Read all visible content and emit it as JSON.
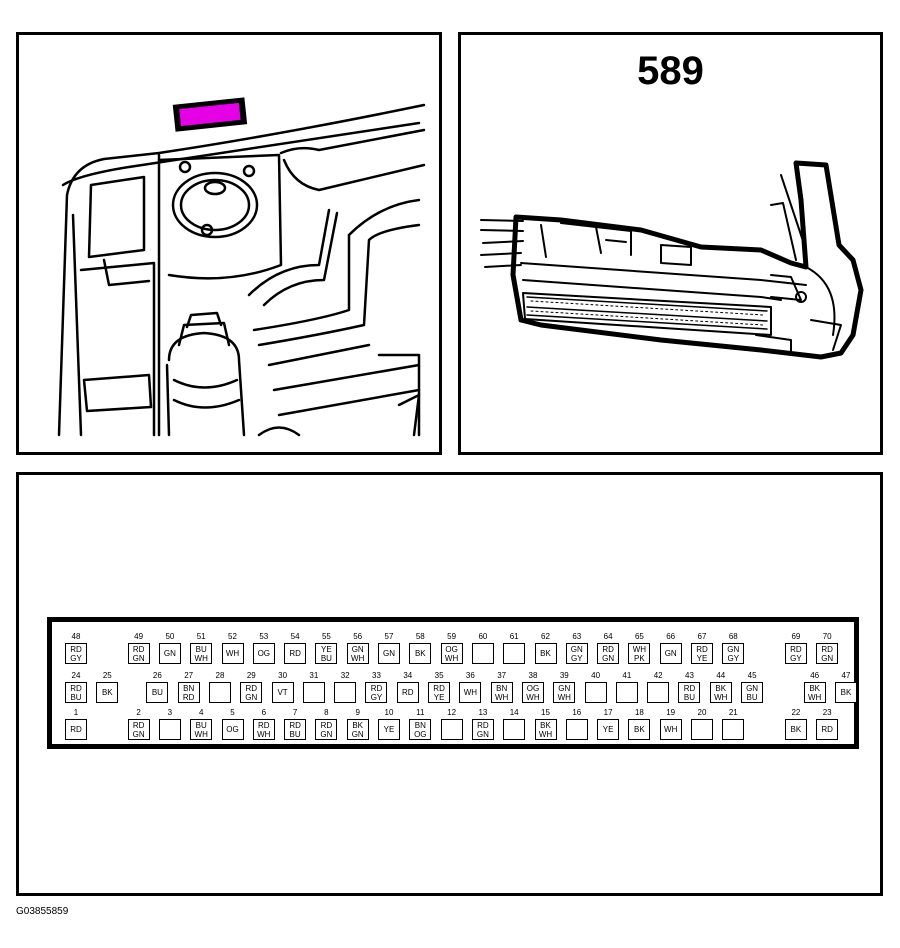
{
  "component_number": "589",
  "figure_id": "G03855859",
  "location_marker_color": "#e600e6",
  "connector": {
    "pins": [
      {
        "num": "48",
        "wires": [
          "RD",
          "GY"
        ],
        "row": 0,
        "col": 0
      },
      {
        "num": "49",
        "wires": [
          "RD",
          "GN"
        ],
        "row": 0,
        "col": 2
      },
      {
        "num": "50",
        "wires": [
          "GN"
        ],
        "row": 0,
        "col": 3
      },
      {
        "num": "51",
        "wires": [
          "BU",
          "WH"
        ],
        "row": 0,
        "col": 4
      },
      {
        "num": "52",
        "wires": [
          "WH"
        ],
        "row": 0,
        "col": 5
      },
      {
        "num": "53",
        "wires": [
          "OG"
        ],
        "row": 0,
        "col": 6
      },
      {
        "num": "54",
        "wires": [
          "RD"
        ],
        "row": 0,
        "col": 7
      },
      {
        "num": "55",
        "wires": [
          "YE",
          "BU"
        ],
        "row": 0,
        "col": 8
      },
      {
        "num": "56",
        "wires": [
          "GN",
          "WH"
        ],
        "row": 0,
        "col": 9
      },
      {
        "num": "57",
        "wires": [
          "GN"
        ],
        "row": 0,
        "col": 10
      },
      {
        "num": "58",
        "wires": [
          "BK"
        ],
        "row": 0,
        "col": 11
      },
      {
        "num": "59",
        "wires": [
          "OG",
          "WH"
        ],
        "row": 0,
        "col": 12
      },
      {
        "num": "60",
        "wires": [],
        "row": 0,
        "col": 13
      },
      {
        "num": "61",
        "wires": [],
        "row": 0,
        "col": 14
      },
      {
        "num": "62",
        "wires": [
          "BK"
        ],
        "row": 0,
        "col": 15
      },
      {
        "num": "63",
        "wires": [
          "GN",
          "GY"
        ],
        "row": 0,
        "col": 16
      },
      {
        "num": "64",
        "wires": [
          "RD",
          "GN"
        ],
        "row": 0,
        "col": 17
      },
      {
        "num": "65",
        "wires": [
          "WH",
          "PK"
        ],
        "row": 0,
        "col": 18
      },
      {
        "num": "66",
        "wires": [
          "GN"
        ],
        "row": 0,
        "col": 19
      },
      {
        "num": "67",
        "wires": [
          "RD",
          "YE"
        ],
        "row": 0,
        "col": 20
      },
      {
        "num": "68",
        "wires": [
          "GN",
          "GY"
        ],
        "row": 0,
        "col": 21
      },
      {
        "num": "69",
        "wires": [
          "RD",
          "GY"
        ],
        "row": 0,
        "col": 23
      },
      {
        "num": "70",
        "wires": [
          "RD",
          "GN"
        ],
        "row": 0,
        "col": 24
      },
      {
        "num": "24",
        "wires": [
          "RD",
          "BU"
        ],
        "row": 1,
        "col": 0
      },
      {
        "num": "25",
        "wires": [
          "BK"
        ],
        "row": 1,
        "col": 1
      },
      {
        "num": "26",
        "wires": [
          "BU"
        ],
        "row": 1,
        "col": 2.6
      },
      {
        "num": "27",
        "wires": [
          "BN",
          "RD"
        ],
        "row": 1,
        "col": 3.6
      },
      {
        "num": "28",
        "wires": [],
        "row": 1,
        "col": 4.6
      },
      {
        "num": "29",
        "wires": [
          "RD",
          "GN"
        ],
        "row": 1,
        "col": 5.6
      },
      {
        "num": "30",
        "wires": [
          "VT"
        ],
        "row": 1,
        "col": 6.6
      },
      {
        "num": "31",
        "wires": [],
        "row": 1,
        "col": 7.6
      },
      {
        "num": "32",
        "wires": [],
        "row": 1,
        "col": 8.6
      },
      {
        "num": "33",
        "wires": [
          "RD",
          "GY"
        ],
        "row": 1,
        "col": 9.6
      },
      {
        "num": "34",
        "wires": [
          "RD"
        ],
        "row": 1,
        "col": 10.6
      },
      {
        "num": "35",
        "wires": [
          "RD",
          "YE"
        ],
        "row": 1,
        "col": 11.6
      },
      {
        "num": "36",
        "wires": [
          "WH"
        ],
        "row": 1,
        "col": 12.6
      },
      {
        "num": "37",
        "wires": [
          "BN",
          "WH"
        ],
        "row": 1,
        "col": 13.6
      },
      {
        "num": "38",
        "wires": [
          "OG",
          "WH"
        ],
        "row": 1,
        "col": 14.6
      },
      {
        "num": "39",
        "wires": [
          "GN",
          "WH"
        ],
        "row": 1,
        "col": 15.6
      },
      {
        "num": "40",
        "wires": [],
        "row": 1,
        "col": 16.6
      },
      {
        "num": "41",
        "wires": [],
        "row": 1,
        "col": 17.6
      },
      {
        "num": "42",
        "wires": [],
        "row": 1,
        "col": 18.6
      },
      {
        "num": "43",
        "wires": [
          "RD",
          "BU"
        ],
        "row": 1,
        "col": 19.6
      },
      {
        "num": "44",
        "wires": [
          "BK",
          "WH"
        ],
        "row": 1,
        "col": 20.6
      },
      {
        "num": "45",
        "wires": [
          "GN",
          "BU"
        ],
        "row": 1,
        "col": 21.6
      },
      {
        "num": "46",
        "wires": [
          "BK",
          "WH"
        ],
        "row": 1,
        "col": 23.6
      },
      {
        "num": "47",
        "wires": [
          "BK"
        ],
        "row": 1,
        "col": 24.6
      },
      {
        "num": "1",
        "wires": [
          "RD"
        ],
        "row": 2,
        "col": 0
      },
      {
        "num": "2",
        "wires": [
          "RD",
          "GN"
        ],
        "row": 2,
        "col": 2
      },
      {
        "num": "3",
        "wires": [],
        "row": 2,
        "col": 3
      },
      {
        "num": "4",
        "wires": [
          "BU",
          "WH"
        ],
        "row": 2,
        "col": 4
      },
      {
        "num": "5",
        "wires": [
          "OG"
        ],
        "row": 2,
        "col": 5
      },
      {
        "num": "6",
        "wires": [
          "RD",
          "WH"
        ],
        "row": 2,
        "col": 6
      },
      {
        "num": "7",
        "wires": [
          "RD",
          "BU"
        ],
        "row": 2,
        "col": 7
      },
      {
        "num": "8",
        "wires": [
          "RD",
          "GN"
        ],
        "row": 2,
        "col": 8
      },
      {
        "num": "9",
        "wires": [
          "BK",
          "GN"
        ],
        "row": 2,
        "col": 9
      },
      {
        "num": "10",
        "wires": [
          "YE"
        ],
        "row": 2,
        "col": 10
      },
      {
        "num": "11",
        "wires": [
          "BN",
          "OG"
        ],
        "row": 2,
        "col": 11
      },
      {
        "num": "12",
        "wires": [],
        "row": 2,
        "col": 12
      },
      {
        "num": "13",
        "wires": [
          "RD",
          "GN"
        ],
        "row": 2,
        "col": 13
      },
      {
        "num": "14",
        "wires": [],
        "row": 2,
        "col": 14
      },
      {
        "num": "15",
        "wires": [
          "BK",
          "WH"
        ],
        "row": 2,
        "col": 15
      },
      {
        "num": "16",
        "wires": [],
        "row": 2,
        "col": 16
      },
      {
        "num": "17",
        "wires": [
          "YE"
        ],
        "row": 2,
        "col": 17
      },
      {
        "num": "18",
        "wires": [
          "BK"
        ],
        "row": 2,
        "col": 18
      },
      {
        "num": "19",
        "wires": [
          "WH"
        ],
        "row": 2,
        "col": 19
      },
      {
        "num": "20",
        "wires": [],
        "row": 2,
        "col": 20
      },
      {
        "num": "21",
        "wires": [],
        "row": 2,
        "col": 21
      },
      {
        "num": "22",
        "wires": [
          "BK"
        ],
        "row": 2,
        "col": 23
      },
      {
        "num": "23",
        "wires": [
          "RD"
        ],
        "row": 2,
        "col": 24
      }
    ]
  }
}
